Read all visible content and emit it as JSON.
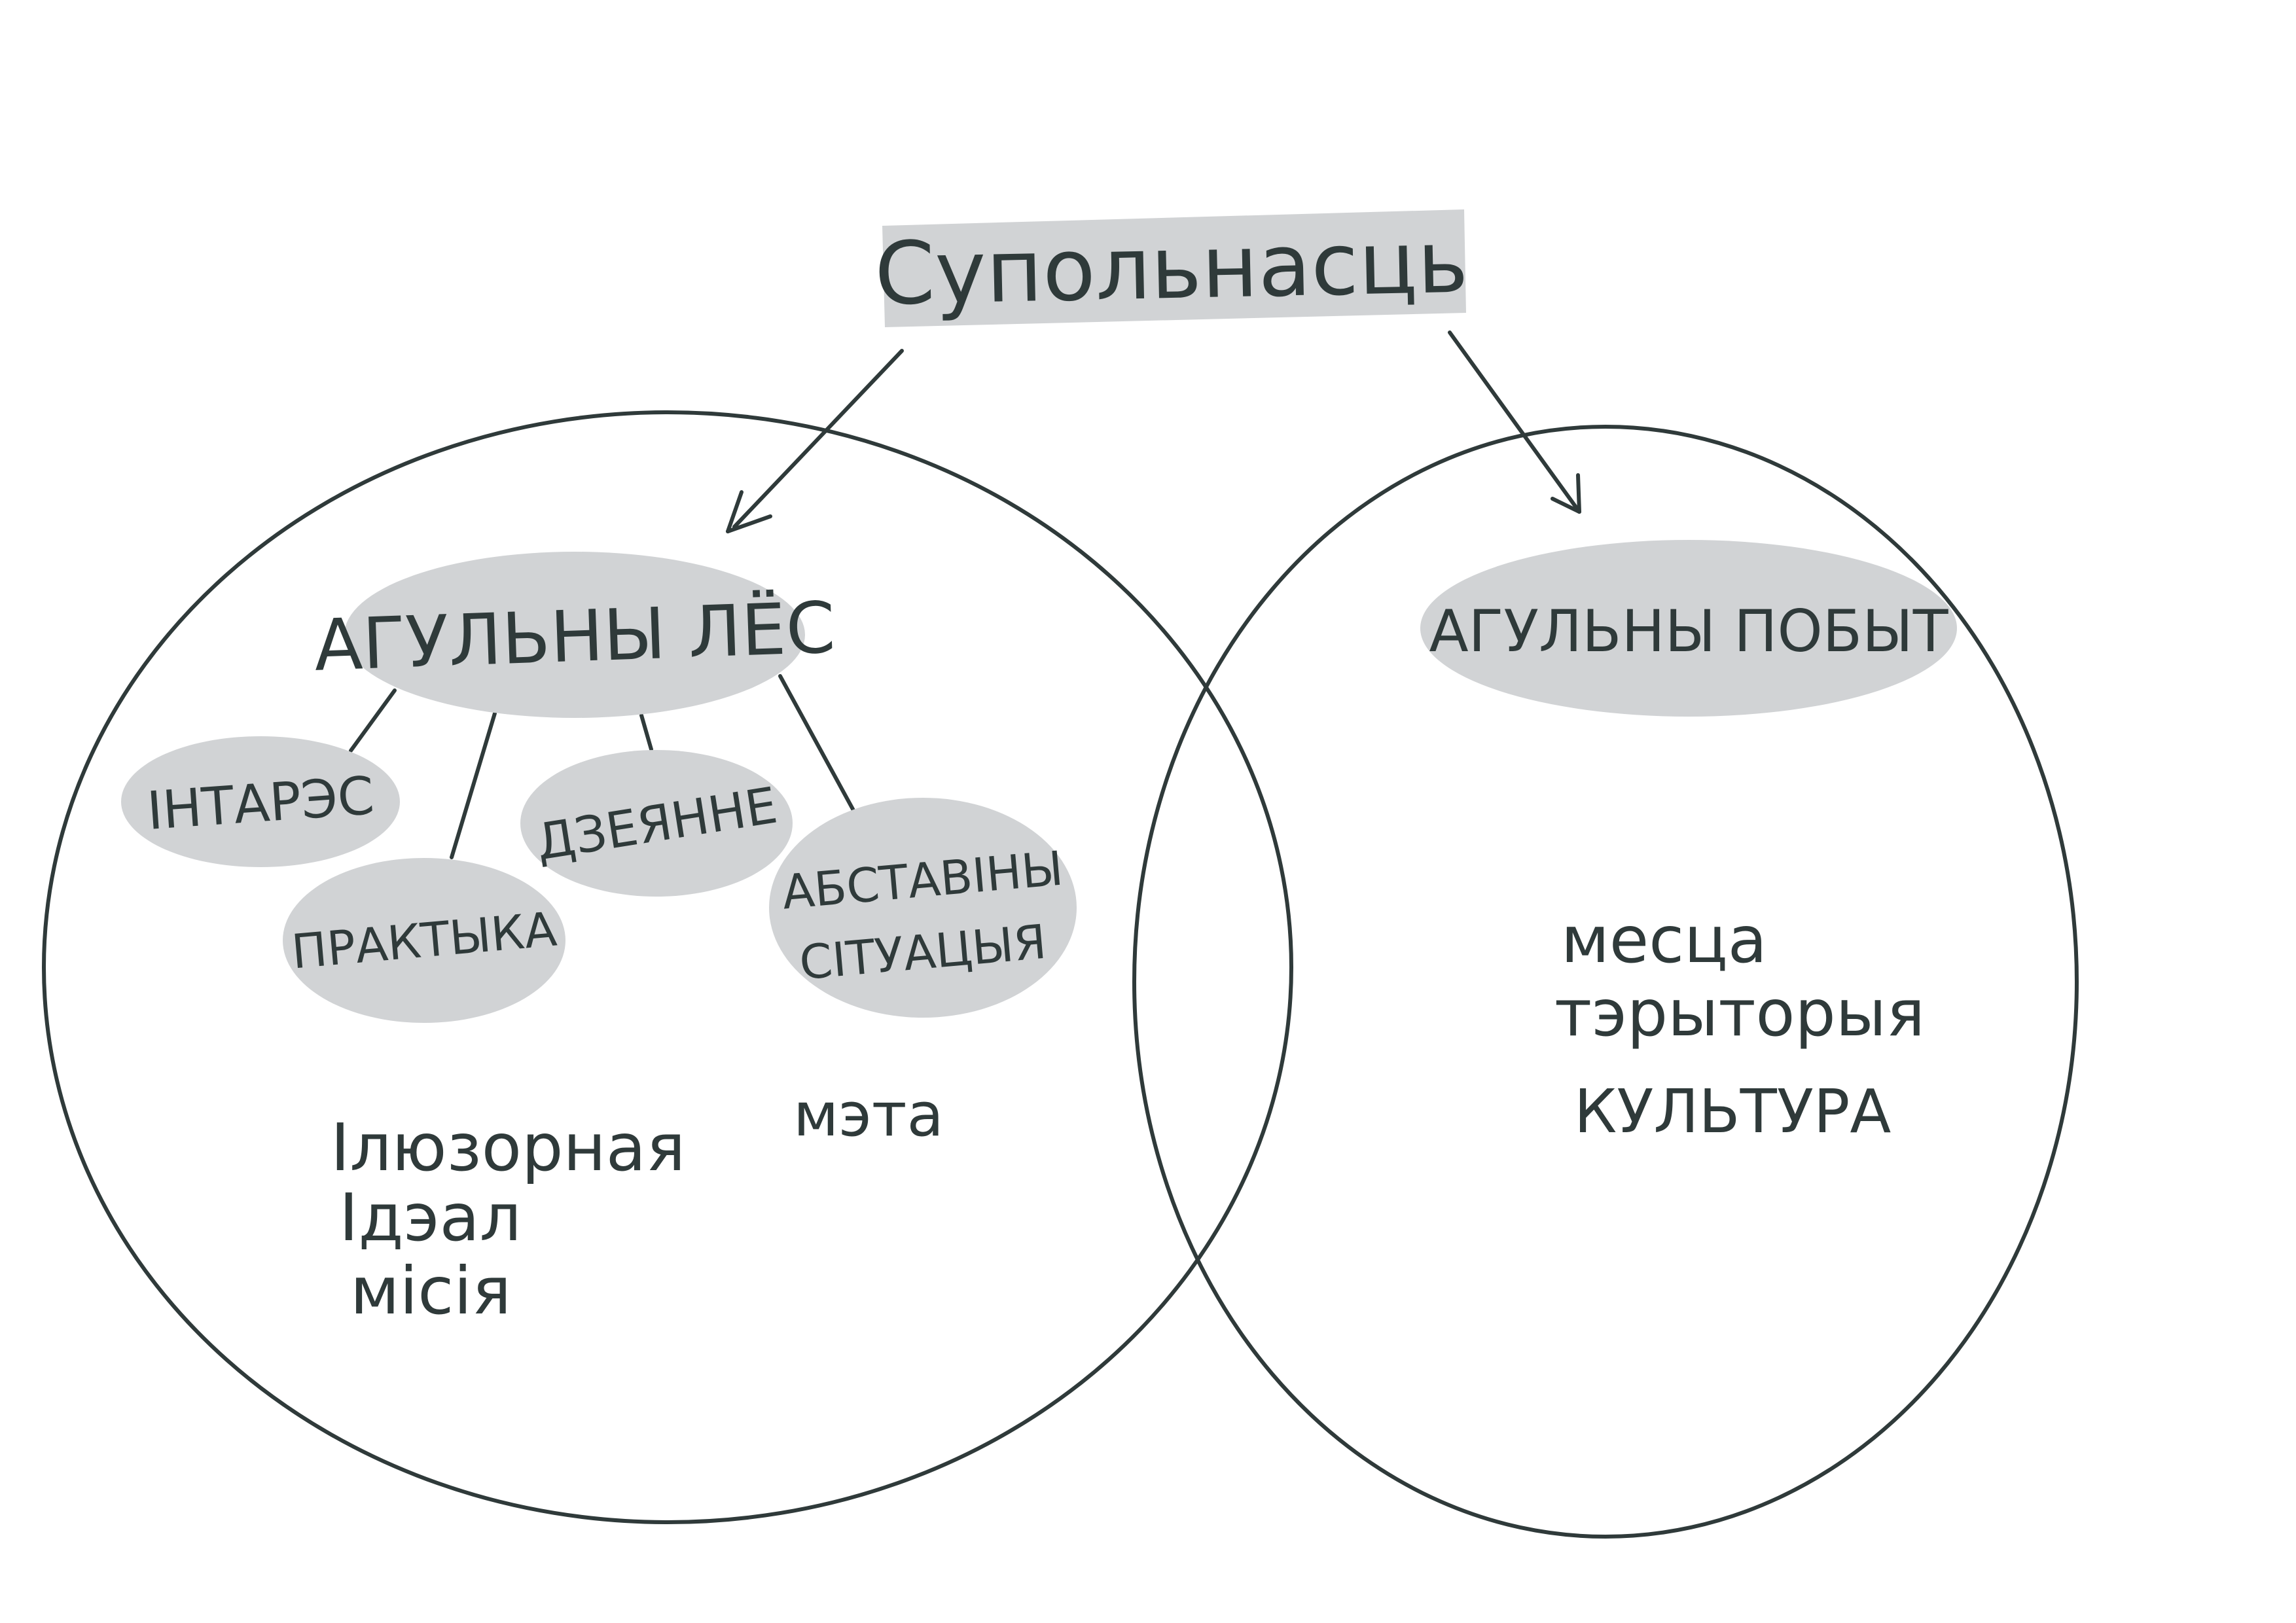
{
  "colors": {
    "ink": "#2f3a3a",
    "bubble": "#d1d3d5",
    "background": "#ffffff"
  },
  "top": {
    "label": "Супольнасць"
  },
  "left_circle": {
    "main": "АГУЛЬНЫ ЛЁС",
    "nodes": {
      "interest": "ІНТАРЭС",
      "practice": "ПРАКТЫКА",
      "action": "ДЗЕЯННЕ",
      "circumstances_line1": "АБСТАВІНЫ",
      "circumstances_line2": "СІТУАЦЫЯ"
    },
    "words": {
      "illusory": "Ілюзорная",
      "ideal": "Ідэал",
      "mission": "місія",
      "goal": "мэта"
    }
  },
  "right_circle": {
    "main": "АГУЛЬНЫ ПОБЫТ",
    "words": {
      "place": "месца",
      "territory": "тэрыторыя",
      "culture": "КУЛЬТУРА"
    }
  }
}
